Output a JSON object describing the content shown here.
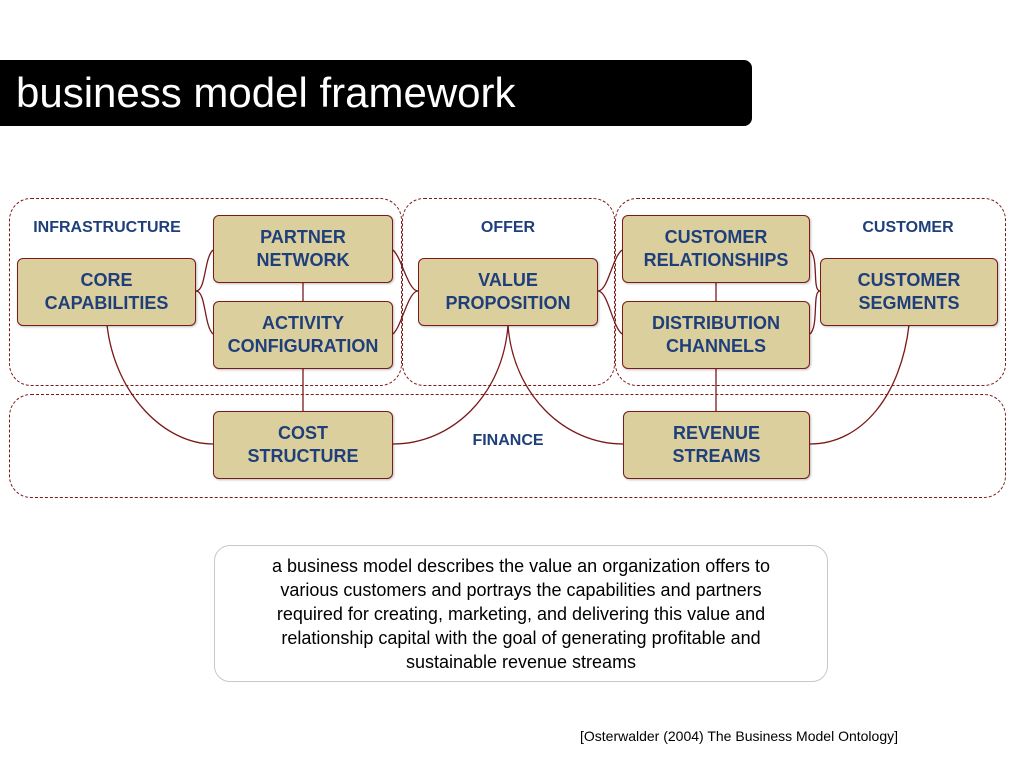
{
  "title": "business model framework",
  "groups": {
    "infrastructure": "INFRASTRUCTURE",
    "offer": "OFFER",
    "customer": "CUSTOMER",
    "finance": "FINANCE"
  },
  "boxes": {
    "partner_network": "PARTNER\nNETWORK",
    "core_capabilities": "CORE\nCAPABILITIES",
    "activity_configuration": "ACTIVITY\nCONFIGURATION",
    "value_proposition": "VALUE\nPROPOSITION",
    "customer_relationships": "CUSTOMER\nRELATIONSHIPS",
    "customer_segments": "CUSTOMER\nSEGMENTS",
    "distribution_channels": "DISTRIBUTION\nCHANNELS",
    "cost_structure": "COST\nSTRUCTURE",
    "revenue_streams": "REVENUE\nSTREAMS"
  },
  "definition": "a business model describes the value an organization offers to various customers and portrays the capabilities and partners required for creating, marketing, and delivering this value and relationship capital with the goal of generating profitable and sustainable revenue streams",
  "citation": "[Osterwalder (2004) The Business Model Ontology]",
  "colors": {
    "box_fill": "#dccf9e",
    "box_text": "#1f3f7a",
    "connector": "#7a1a1a",
    "title_bar": "#000000"
  }
}
